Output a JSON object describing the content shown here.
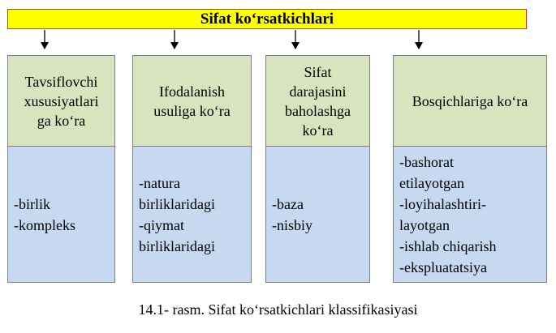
{
  "title": "Sifat ko‘rsatkichlari",
  "columns": [
    {
      "heading_lines": [
        "Tavsiflovchi",
        "xususiyatlari",
        "ga ko‘ra"
      ],
      "items": [
        "-birlik",
        "-kompleks"
      ]
    },
    {
      "heading_lines": [
        "Ifodalanish",
        "usuliga ko‘ra"
      ],
      "items": [
        "-natura",
        "birliklaridagi",
        "-qiymat",
        "birliklaridagi"
      ]
    },
    {
      "heading_lines": [
        "Sifat",
        "darajasini",
        "baholashga",
        "ko‘ra"
      ],
      "items": [
        "-baza",
        "-nisbiy"
      ]
    },
    {
      "heading_lines": [
        "Bosqichlariga ko‘ra"
      ],
      "items": [
        "-bashorat",
        "etilayotgan",
        "-loyihalashtiri-",
        "layotgan",
        "-ishlab chiqarish",
        "-ekspluatatsiya"
      ]
    }
  ],
  "caption": "14.1- rasm. Sifat ko‘rsatkichlari klassifikasiyasi",
  "colors": {
    "title_bg": "#ffff00",
    "title_border": "#c0392b",
    "heading_bg": "#d7e4bd",
    "body_bg": "#c6d9f1",
    "box_border": "#7f7f7f"
  }
}
